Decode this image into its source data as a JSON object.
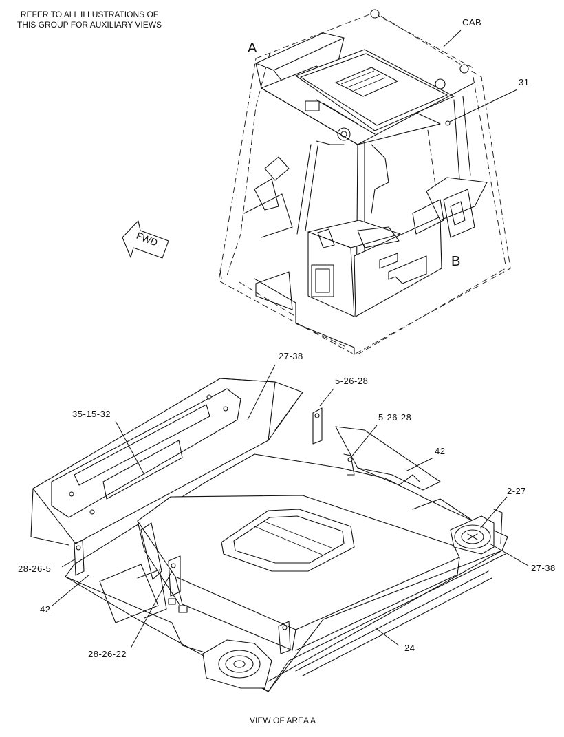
{
  "note": {
    "line1": "REFER TO ALL ILLUSTRATIONS OF",
    "line2": "THIS GROUP FOR AUXILIARY VIEWS"
  },
  "arrow": {
    "label": "FWD"
  },
  "cab_view": {
    "labels": {
      "cab": "CAB",
      "part_31": "31",
      "view_a": "A",
      "view_b": "B"
    }
  },
  "area_a": {
    "callouts": {
      "c27_38_top": "27-38",
      "c5_26_28_top": "5-26-28",
      "c35_15_32": "35-15-32",
      "c5_26_28_mid": "5-26-28",
      "c42_right": "42",
      "c2_27": "2-27",
      "c27_38_right": "27-38",
      "c28_26_5": "28-26-5",
      "c42_left": "42",
      "c28_26_22": "28-26-22",
      "c24": "24"
    },
    "caption": "VIEW OF AREA A"
  }
}
